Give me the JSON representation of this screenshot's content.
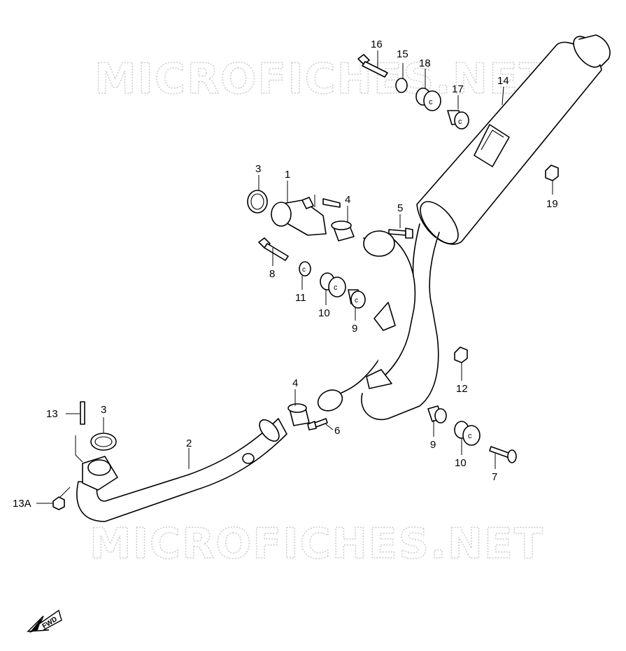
{
  "watermark": {
    "text": "MICROFICHES.NET"
  },
  "direction_tag": "FWD",
  "callouts": [
    {
      "id": "c16",
      "text": "16"
    },
    {
      "id": "c15",
      "text": "15"
    },
    {
      "id": "c18",
      "text": "18"
    },
    {
      "id": "c17",
      "text": "17"
    },
    {
      "id": "c14",
      "text": "14"
    },
    {
      "id": "c3a",
      "text": "3"
    },
    {
      "id": "c1",
      "text": "1"
    },
    {
      "id": "c4a",
      "text": "4"
    },
    {
      "id": "c5",
      "text": "5"
    },
    {
      "id": "c19",
      "text": "19"
    },
    {
      "id": "c8",
      "text": "8"
    },
    {
      "id": "c11",
      "text": "11"
    },
    {
      "id": "c10a",
      "text": "10"
    },
    {
      "id": "c9a",
      "text": "9"
    },
    {
      "id": "c12",
      "text": "12"
    },
    {
      "id": "c4b",
      "text": "4"
    },
    {
      "id": "c6",
      "text": "6"
    },
    {
      "id": "c13",
      "text": "13"
    },
    {
      "id": "c3b",
      "text": "3"
    },
    {
      "id": "c2",
      "text": "2"
    },
    {
      "id": "c9b",
      "text": "9"
    },
    {
      "id": "c10b",
      "text": "10"
    },
    {
      "id": "c7",
      "text": "7"
    },
    {
      "id": "c13a",
      "text": "13A"
    }
  ]
}
